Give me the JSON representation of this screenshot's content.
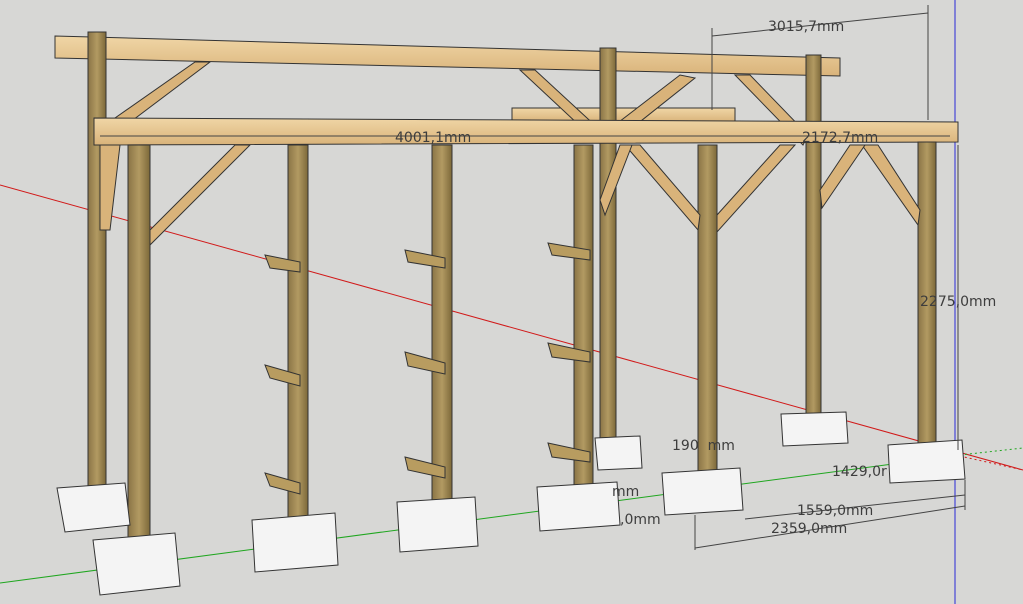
{
  "viewport": {
    "background": "#d7d7d5",
    "axis_colors": {
      "red": "#d11a1a",
      "green": "#1fa61f",
      "blue": "#2a2ad8"
    }
  },
  "scene": {
    "beam_color": "#e7c48d",
    "post_color": "#a08a55",
    "footing_color": "#f4f4f4"
  },
  "dimensions": {
    "top_width": "3015,7mm",
    "front_length": "4001,1mm",
    "front_right": "2172,7mm",
    "height": "2275,0mm",
    "mid_span": "190  mm",
    "right_side": "1429,0r",
    "small_left": "mm",
    "left_bottom": ",0mm",
    "depth_a": "1559,0mm",
    "depth_b": "2359,0mm"
  }
}
